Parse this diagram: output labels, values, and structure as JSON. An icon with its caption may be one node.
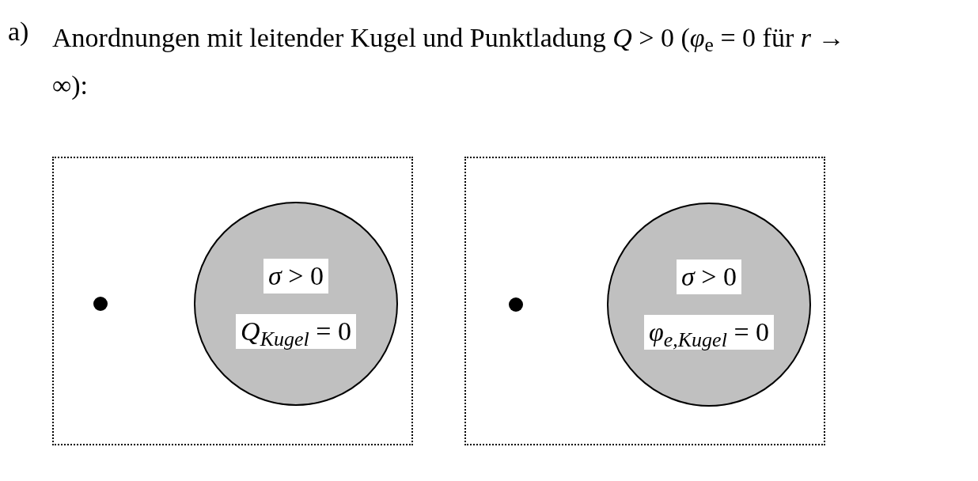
{
  "diagram": {
    "title": "Anordnungen mit leitender Kugel und Punktladung *Q* > 0 (*φ*$_{e}$ = 0 für *r* → ∞):",
    "nodes": [
      {
        "text": [],
        "shape": "box"
      },
      {
        "text": [],
        "shape": "circle",
        "in": 0
      },
      {
        "text": [
          "*σ* > 0",
          "*Q*$_{Kugel}$ = 0"
        ],
        "in": 0
      },
      {
        "text": [],
        "shape": "box"
      },
      {
        "text": [],
        "shape": "circle",
        "in": 3
      },
      {
        "text": [
          "*σ* > 0",
          "*φ*$_{e,Kugel}$ = 0"
        ],
        "in": 3
      }
    ],
    "labels": [
      "a)"
    ]
  }
}
